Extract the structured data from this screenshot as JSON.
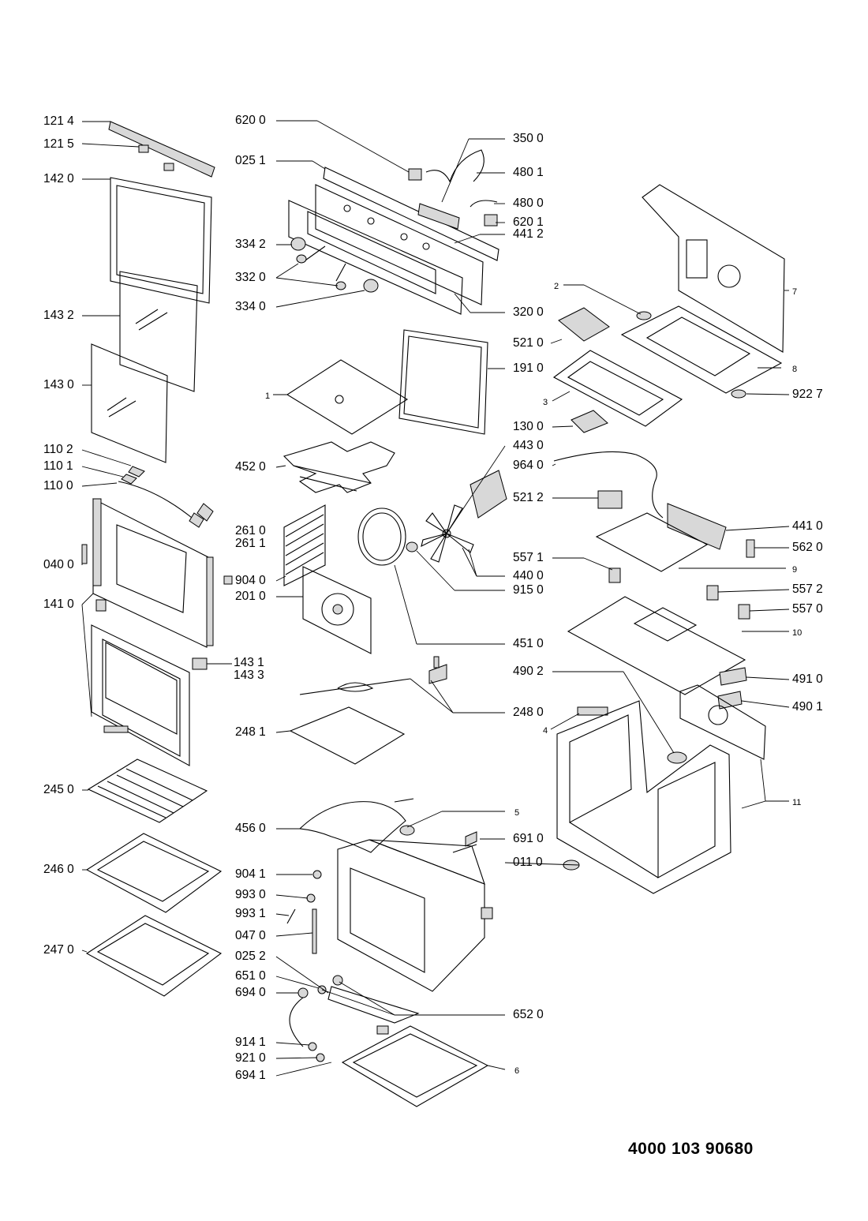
{
  "document_number": "4000 103 90680",
  "labels": {
    "l1214": "121 4",
    "l1215": "121 5",
    "l1420": "142 0",
    "l1432": "143 2",
    "l1430": "143 0",
    "l1102": "110 2",
    "l1101": "110 1",
    "l1100": "110 0",
    "l0400": "040 0",
    "l1410": "141 0",
    "l1431": "143 1",
    "l1433": "143 3",
    "l2450": "245 0",
    "l2460": "246 0",
    "l2470": "247 0",
    "l6200": "620 0",
    "l0251": "025 1",
    "l3342": "334 2",
    "l3320": "332 0",
    "l3340": "334 0",
    "l1": "1",
    "l4520": "452 0",
    "l2610": "261 0",
    "l2611": "261 1",
    "l9040": "904 0",
    "l2010": "201 0",
    "l2481": "248 1",
    "l4560": "456 0",
    "l9041": "904 1",
    "l9930": "993 0",
    "l9931": "993 1",
    "l0470": "047 0",
    "l0252": "025 2",
    "l6510": "651 0",
    "l6940": "694 0",
    "l9141": "914 1",
    "l9210": "921 0",
    "l6941": "694 1",
    "l3500": "350 0",
    "l4801": "480 1",
    "l4800": "480 0",
    "l6201": "620 1",
    "l4412": "441 2",
    "l3200": "320 0",
    "l1910": "191 0",
    "l4430": "443 0",
    "l4400": "440 0",
    "l9150": "915 0",
    "l4510": "451 0",
    "l2480": "248 0",
    "l5": "5",
    "l6910": "691 0",
    "l0110": "011 0",
    "l6520": "652 0",
    "l6": "6",
    "l7": "7",
    "l2": "2",
    "l5210": "521 0",
    "l8": "8",
    "l3": "3",
    "l9227": "922 7",
    "l1300": "130 0",
    "l9640": "964 0",
    "l5212": "521 2",
    "l4410": "441 0",
    "l5620": "562 0",
    "l5571": "557 1",
    "l9": "9",
    "l5572": "557 2",
    "l5570": "557 0",
    "l10": "10",
    "l4902": "490 2",
    "l4910": "491 0",
    "l4": "4",
    "l4901": "490 1",
    "l11": "11"
  }
}
